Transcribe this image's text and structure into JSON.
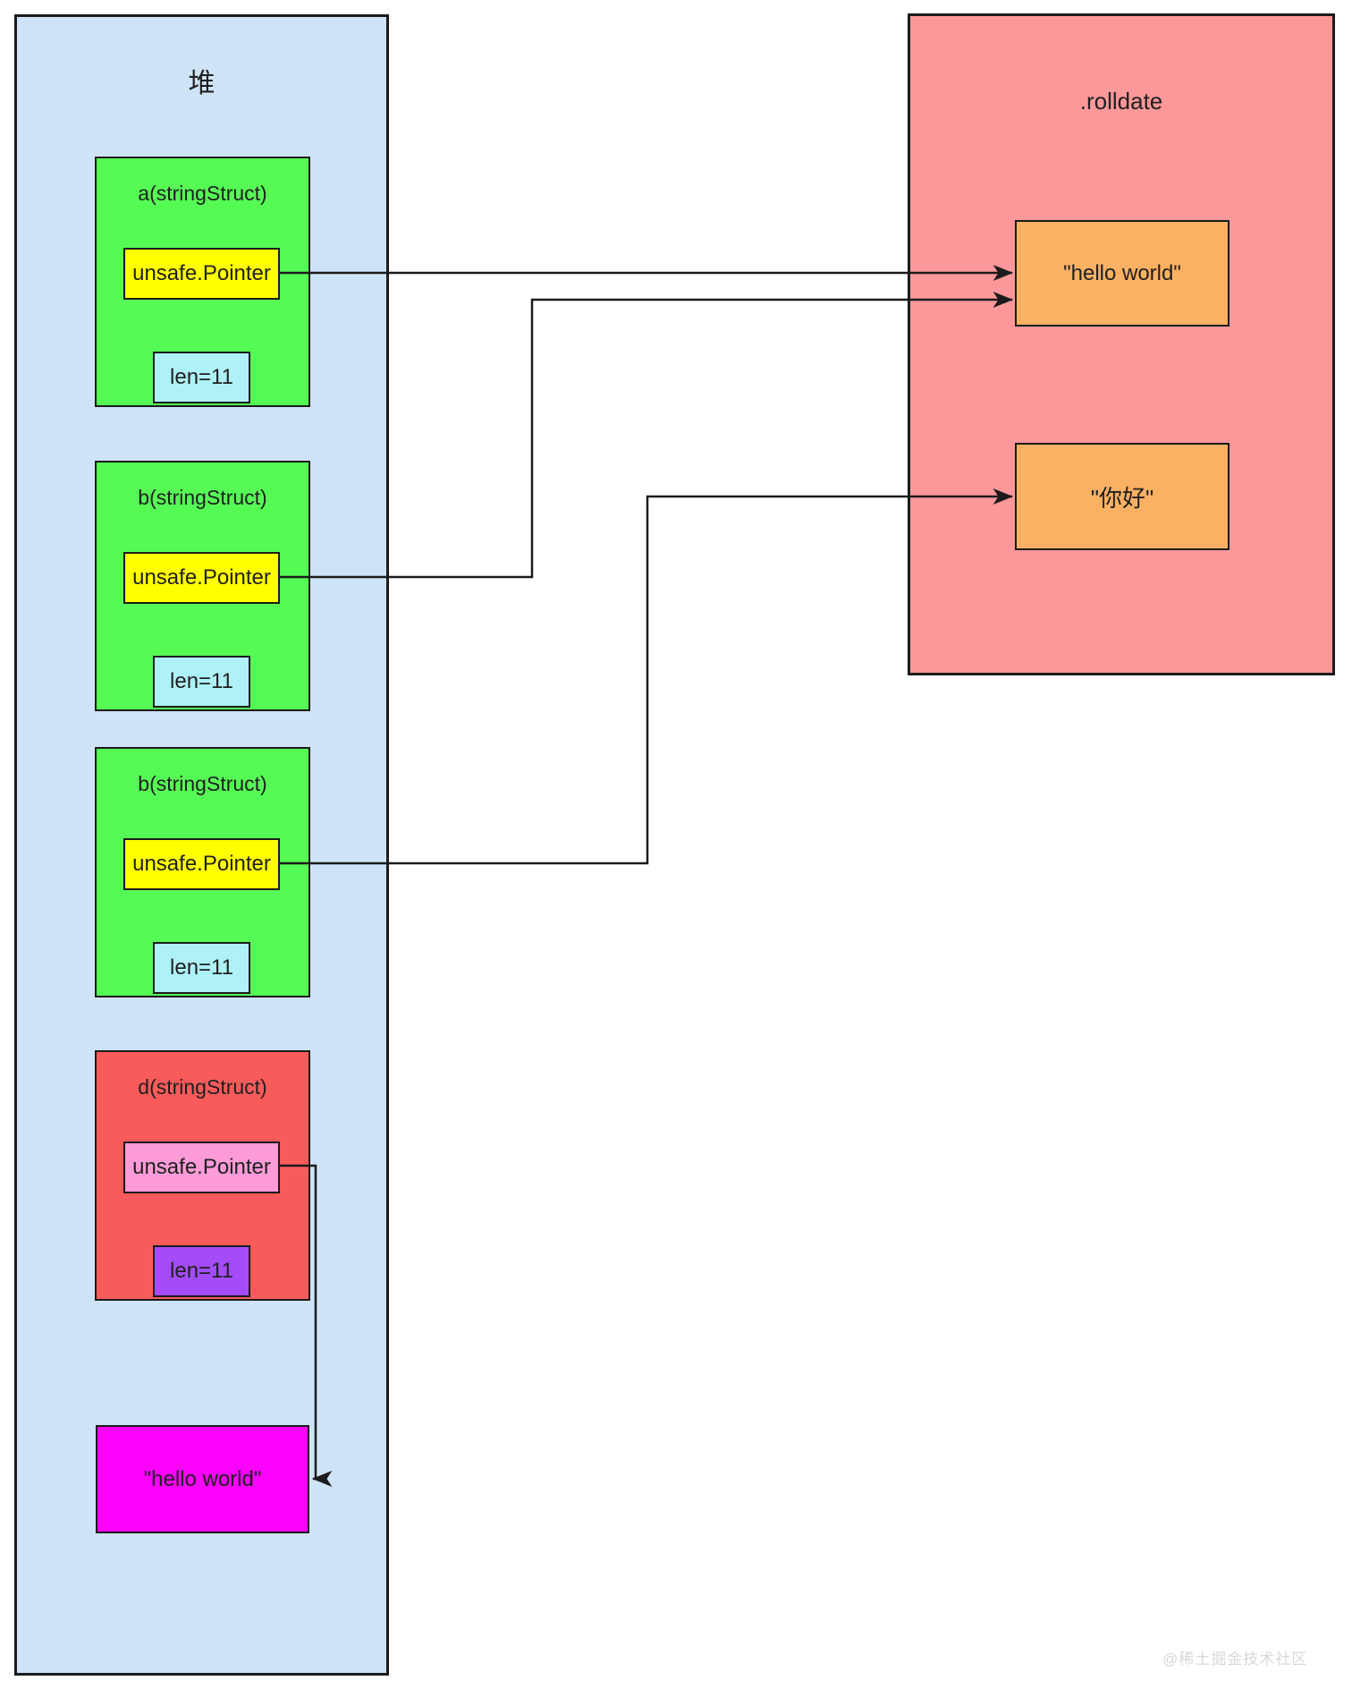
{
  "heap": {
    "title": "堆",
    "structs": [
      {
        "name": "a(stringStruct)",
        "pointer": "unsafe.Pointer",
        "len": "len=11"
      },
      {
        "name": "b(stringStruct)",
        "pointer": "unsafe.Pointer",
        "len": "len=11"
      },
      {
        "name": "b(stringStruct)",
        "pointer": "unsafe.Pointer",
        "len": "len=11"
      },
      {
        "name": "d(stringStruct)",
        "pointer": "unsafe.Pointer",
        "len": "len=11"
      }
    ],
    "heap_literal": "\"hello world\""
  },
  "rodata": {
    "title": ".rolldate",
    "literals": [
      "\"hello world\"",
      "\"你好\""
    ]
  },
  "watermark": "@稀土掘金技术社区",
  "colors": {
    "heap_bg": "#cfe3f8",
    "struct_green": "#55fa55",
    "struct_red": "#f95b5b",
    "pointer_yellow": "#ffff00",
    "pointer_pink": "#fc9bd7",
    "len_cyan": "#aef2f8",
    "len_purple": "#a44cfa",
    "heap_literal_magenta": "#fb02fb",
    "rodata_bg": "#fc989a",
    "rodata_literal_orange": "#fab163",
    "line": "#1b1b1b"
  }
}
